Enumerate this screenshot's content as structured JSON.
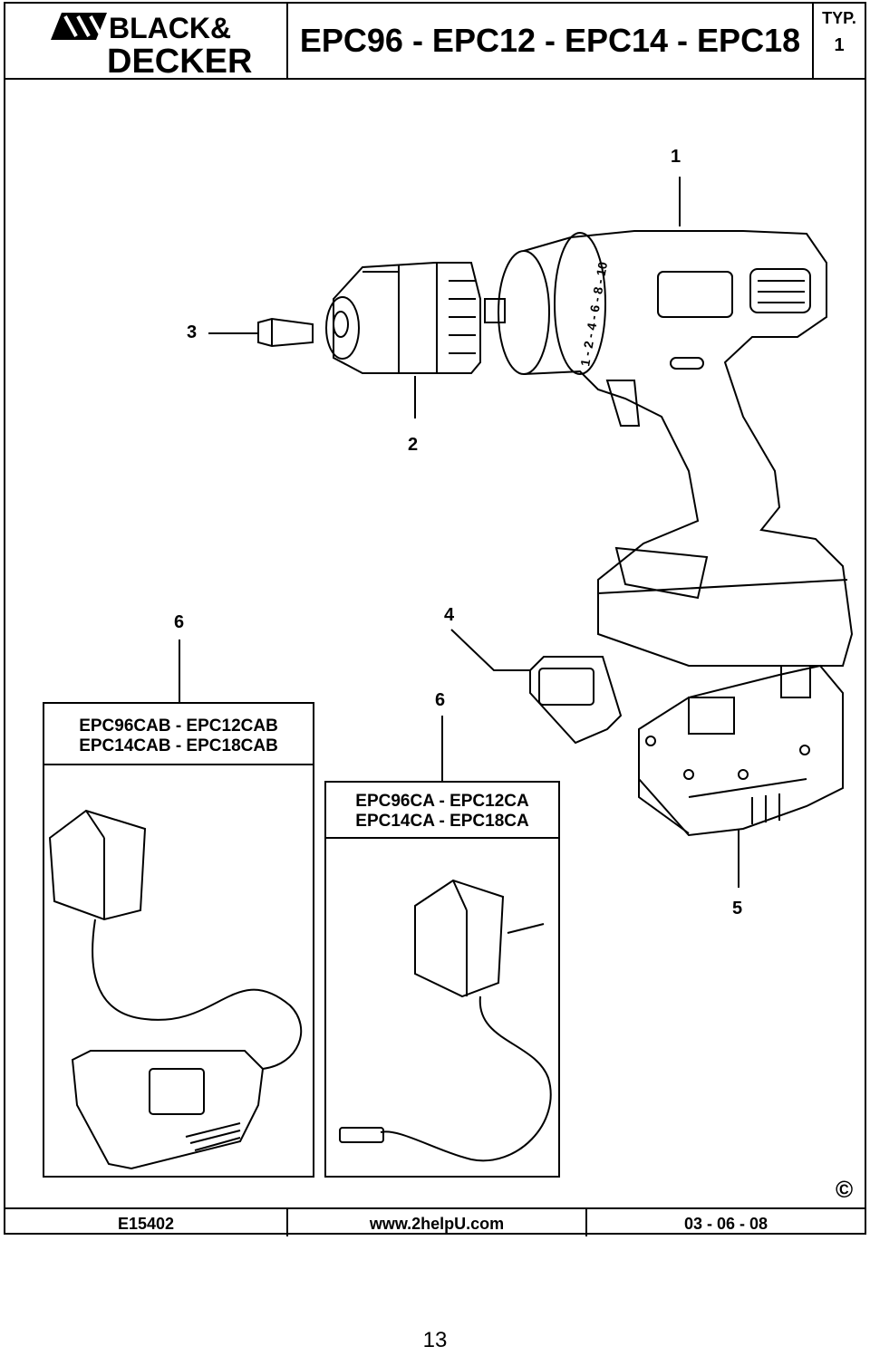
{
  "header": {
    "brand_line1": "BLACK&",
    "brand_line2": "DECKER",
    "title": "EPC96 - EPC12 - EPC14 - EPC18",
    "typ_label": "TYP.",
    "typ_number": "1"
  },
  "callouts": {
    "drill": "1",
    "chuck": "2",
    "bit": "3",
    "bit_holder": "4",
    "battery": "5",
    "charger_left": "6",
    "charger_right": "6"
  },
  "boxes": {
    "left_line1": "EPC96CAB - EPC12CAB",
    "left_line2": "EPC14CAB - EPC18CAB",
    "right_line1": "EPC96CA - EPC12CA",
    "right_line2": "EPC14CA - EPC18CA"
  },
  "drill_speed_scale": "1 - 2 - 4 - 6 - 8 - 10",
  "footer": {
    "code": "E15402",
    "website": "www.2helpU.com",
    "date": "03 - 06 - 08",
    "copyright": "©"
  },
  "page_number": "13"
}
